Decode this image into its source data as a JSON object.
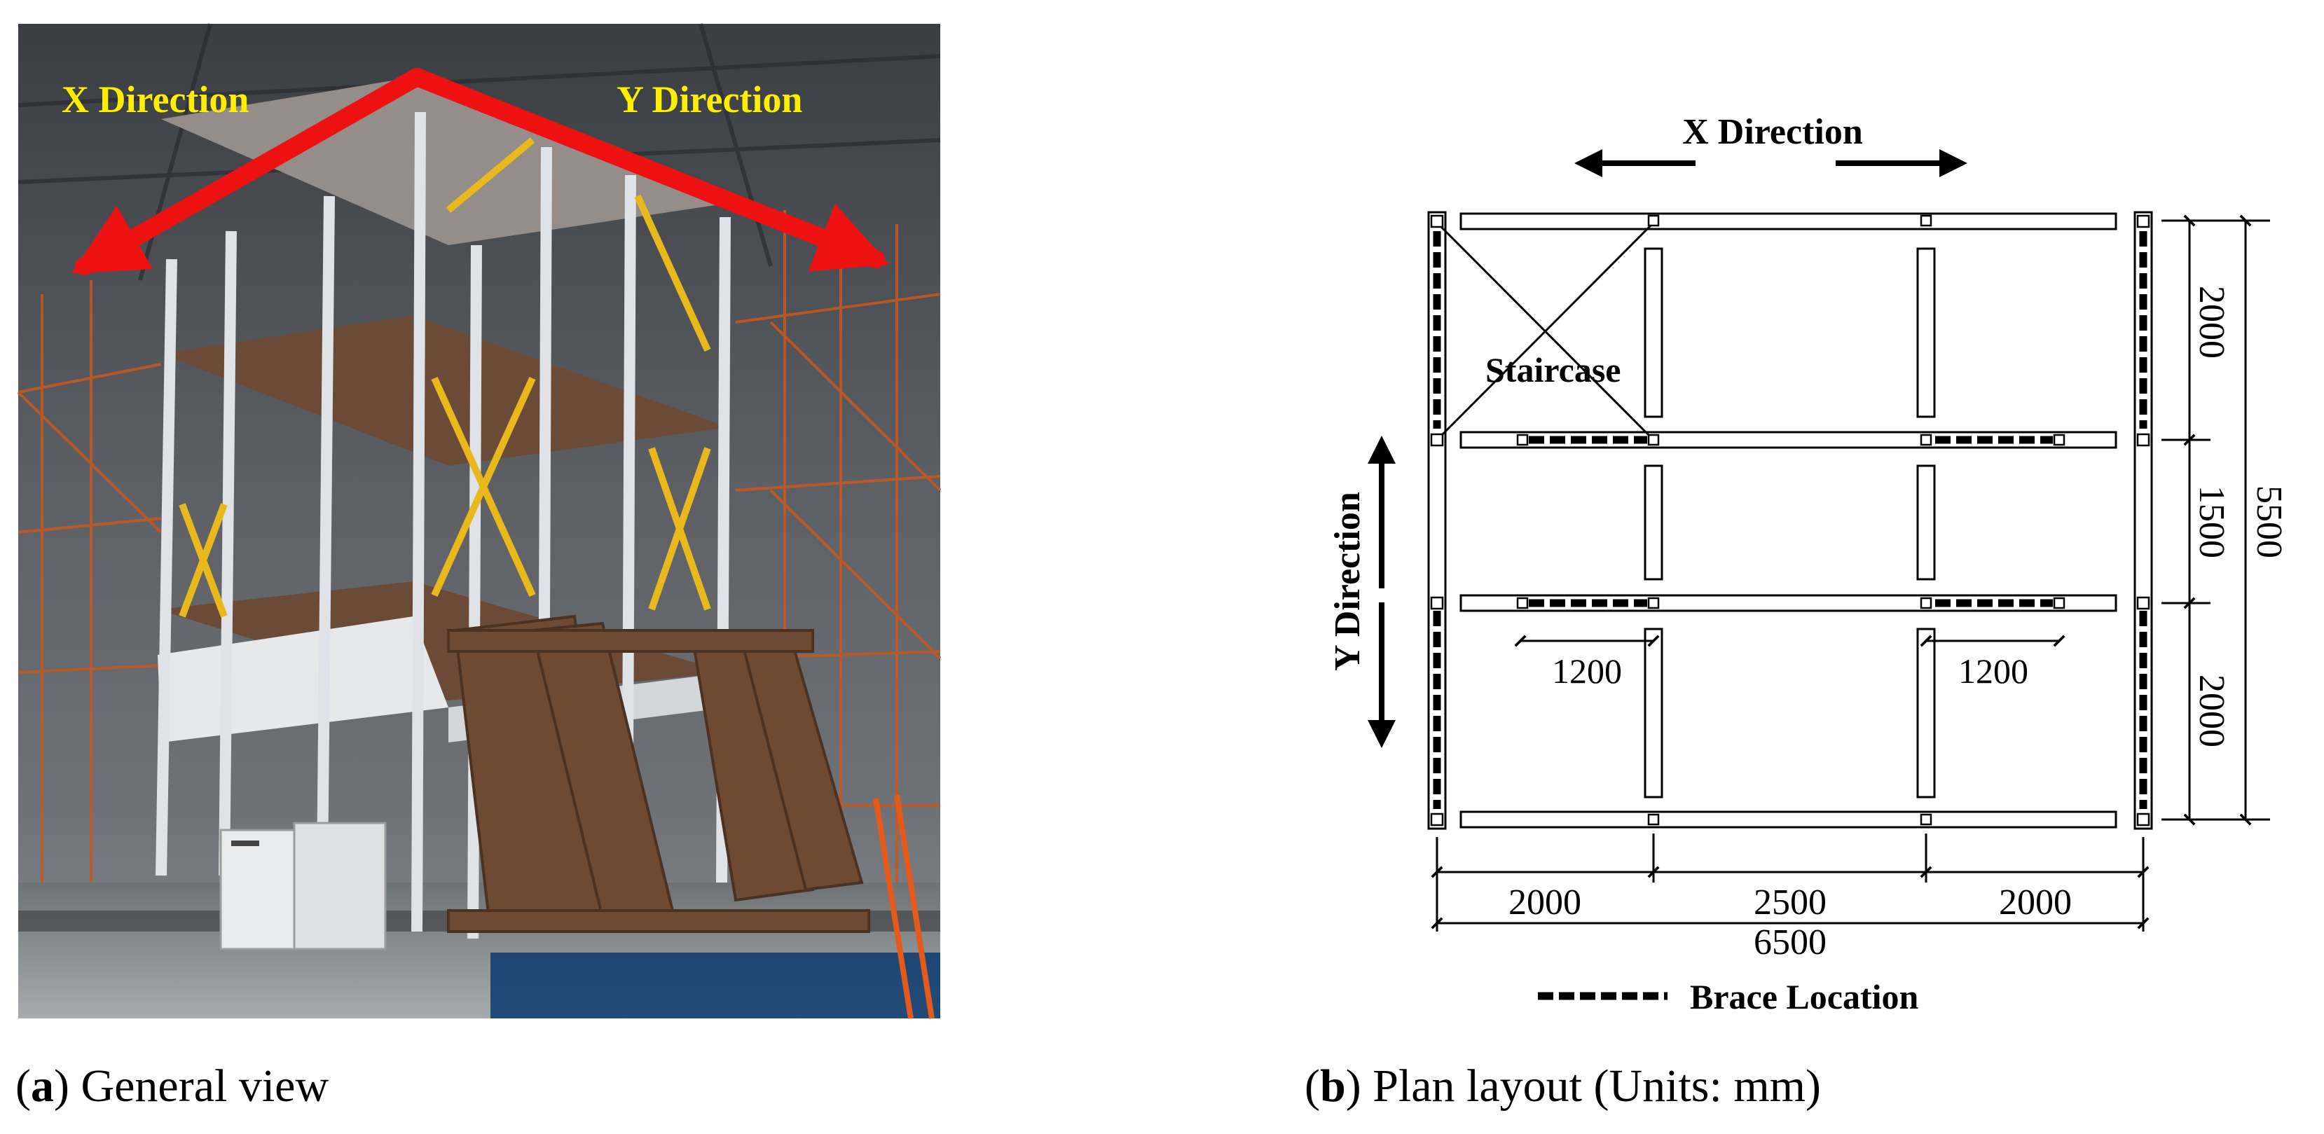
{
  "photo": {
    "x_label": "X Direction",
    "y_label": "Y Direction",
    "caption_letter": "a",
    "caption_text": " General view"
  },
  "plan": {
    "x_direction": "X Direction",
    "y_direction": "Y Direction",
    "staircase": "Staircase",
    "dims_x": [
      "2000",
      "2500",
      "2000"
    ],
    "dim_total_x": "6500",
    "dims_y": [
      "2000",
      "1500",
      "2000"
    ],
    "dim_total_y": "5500",
    "brace_span_left": "1200",
    "brace_span_right": "1200",
    "legend_brace": "Brace Location",
    "caption_letter": "b",
    "caption_text": " Plan layout (Units: mm)"
  },
  "colors": {
    "arrow_red": "#ee1111",
    "label_yellow": "#ffee00",
    "brace_yellow": "#e8b81c",
    "frame_grey": "#d9dde2",
    "base_brown": "#6e4a33"
  }
}
